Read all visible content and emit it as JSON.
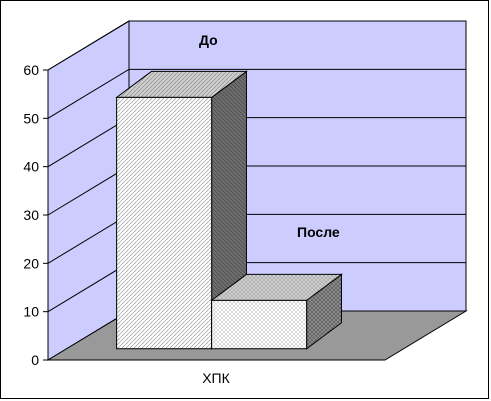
{
  "chart_data": {
    "type": "bar",
    "categories": [
      "ХПК"
    ],
    "series": [
      {
        "name": "До",
        "values": [
          52
        ]
      },
      {
        "name": "После",
        "values": [
          10
        ]
      }
    ],
    "xlabel": "",
    "ylabel": "",
    "ylim": [
      0,
      60
    ],
    "yticks": [
      "0",
      "10",
      "20",
      "30",
      "40",
      "50",
      "60"
    ],
    "grid": true,
    "legend": "none",
    "annotations": [
      "До",
      "После"
    ],
    "colors": {
      "back_wall": "#ccccff",
      "floor": "#999999",
      "bar_face": "#ffffff",
      "bar_side_dark": "#6f6f6f",
      "bar_top": "#c8c8c8",
      "gridline": "#000000"
    }
  }
}
